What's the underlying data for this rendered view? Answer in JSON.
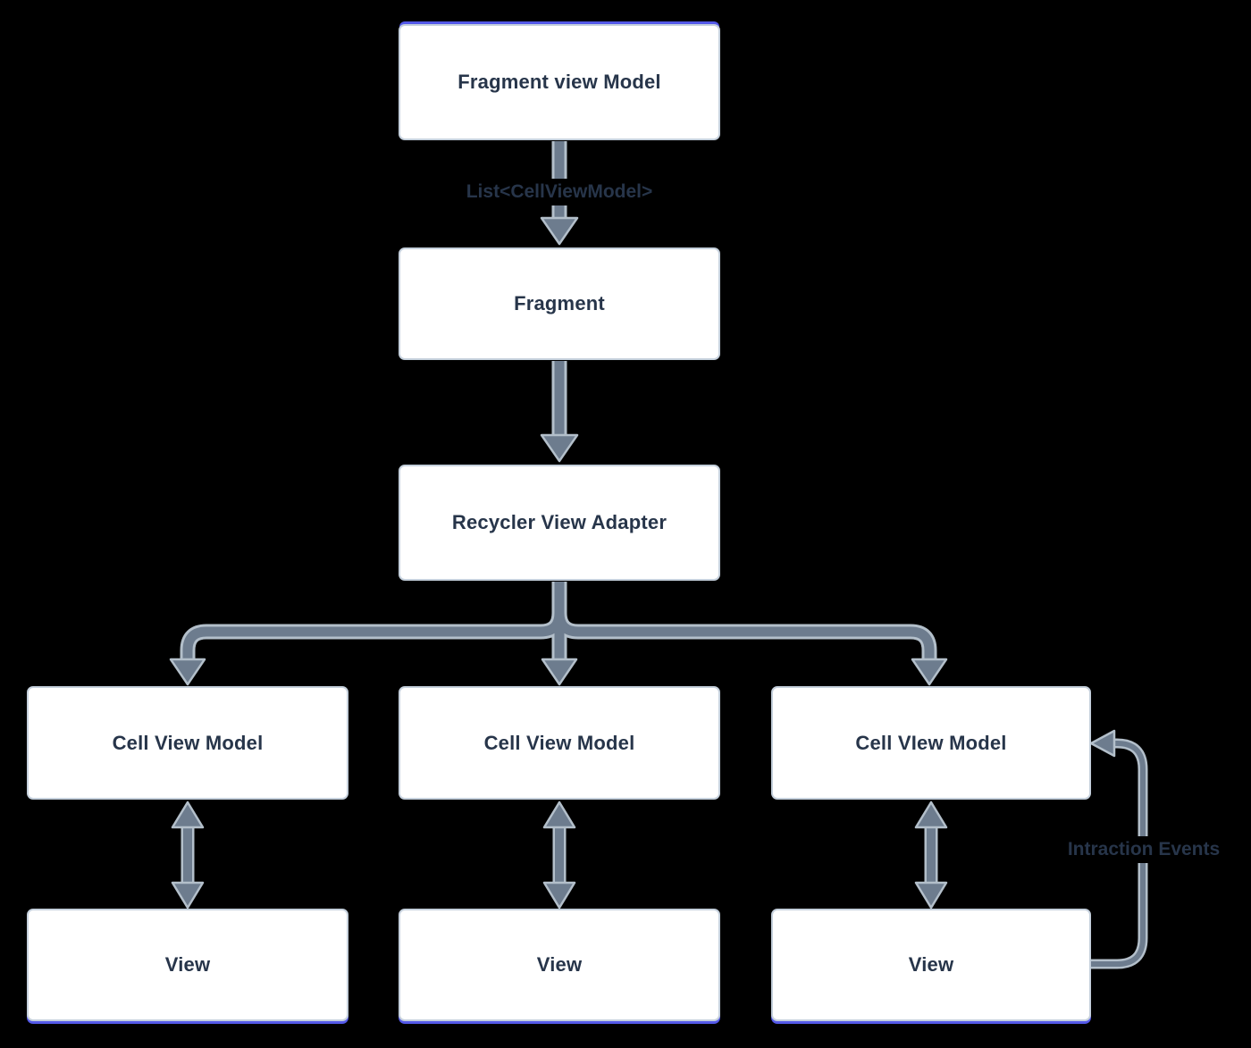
{
  "diagram": {
    "colors": {
      "background": "#000000",
      "box_fill": "#ffffff",
      "box_border": "#c5d0dc",
      "text": "#27354a",
      "arrow_core": "#6d7c8e",
      "arrow_outline": "#b3bfca",
      "blue_edge": "#5459e8"
    },
    "nodes": [
      {
        "label": "Fragment view Model"
      },
      {
        "label": "Fragment"
      },
      {
        "label": "Recycler View Adapter"
      },
      {
        "label": "Cell View Model"
      },
      {
        "label": "Cell View Model"
      },
      {
        "label": "Cell VIew Model"
      },
      {
        "label": "View"
      },
      {
        "label": "View"
      },
      {
        "label": "View"
      }
    ],
    "edge_labels": {
      "list_cellviewmodel": "List<CellViewModel>",
      "intraction_events": "Intraction Events"
    }
  }
}
